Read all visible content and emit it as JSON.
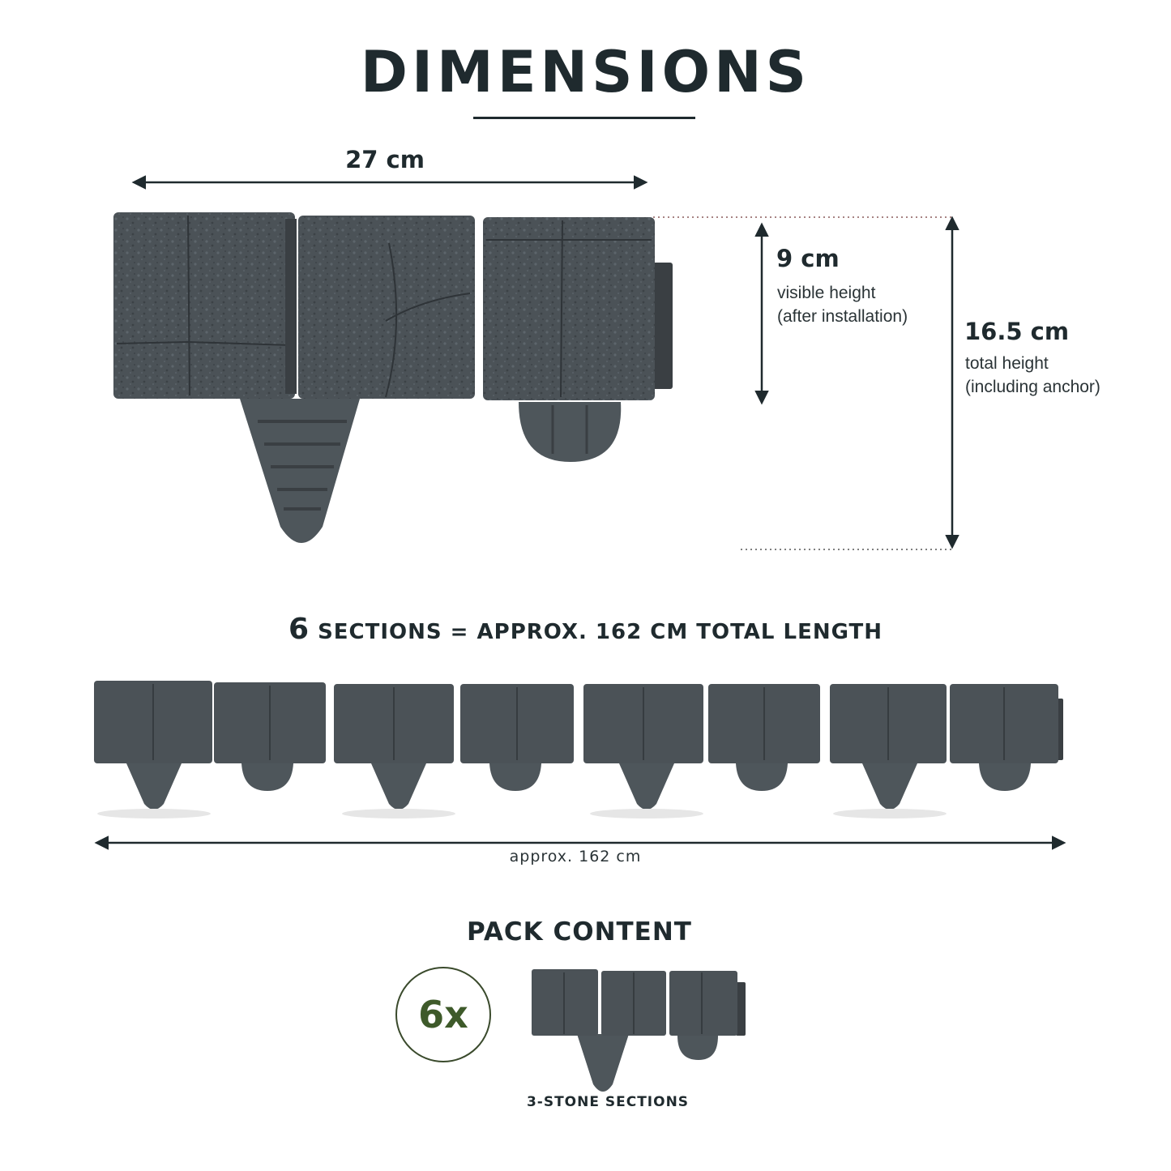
{
  "title": "DIMENSIONS",
  "single_section": {
    "width_label": "27 cm",
    "visible_height": {
      "value": "9 cm",
      "caption_line1": "visible height",
      "caption_line2": "(after installation)"
    },
    "total_height": {
      "value": "16.5 cm",
      "caption_line1": "total height",
      "caption_line2": "(including anchor)"
    }
  },
  "sections_row": {
    "count": "6",
    "title_rest": " SECTIONS = APPROX. 162 CM TOTAL LENGTH",
    "total_length_label": "approx. 162 cm"
  },
  "pack": {
    "title": "PACK CONTENT",
    "quantity": "6x",
    "item_caption": "3-STONE SECTIONS"
  },
  "colors": {
    "text": "#1f2a2e",
    "stone": "#4b5257",
    "stone_dark": "#3a3f43",
    "accent_green": "#3e5a2a"
  }
}
